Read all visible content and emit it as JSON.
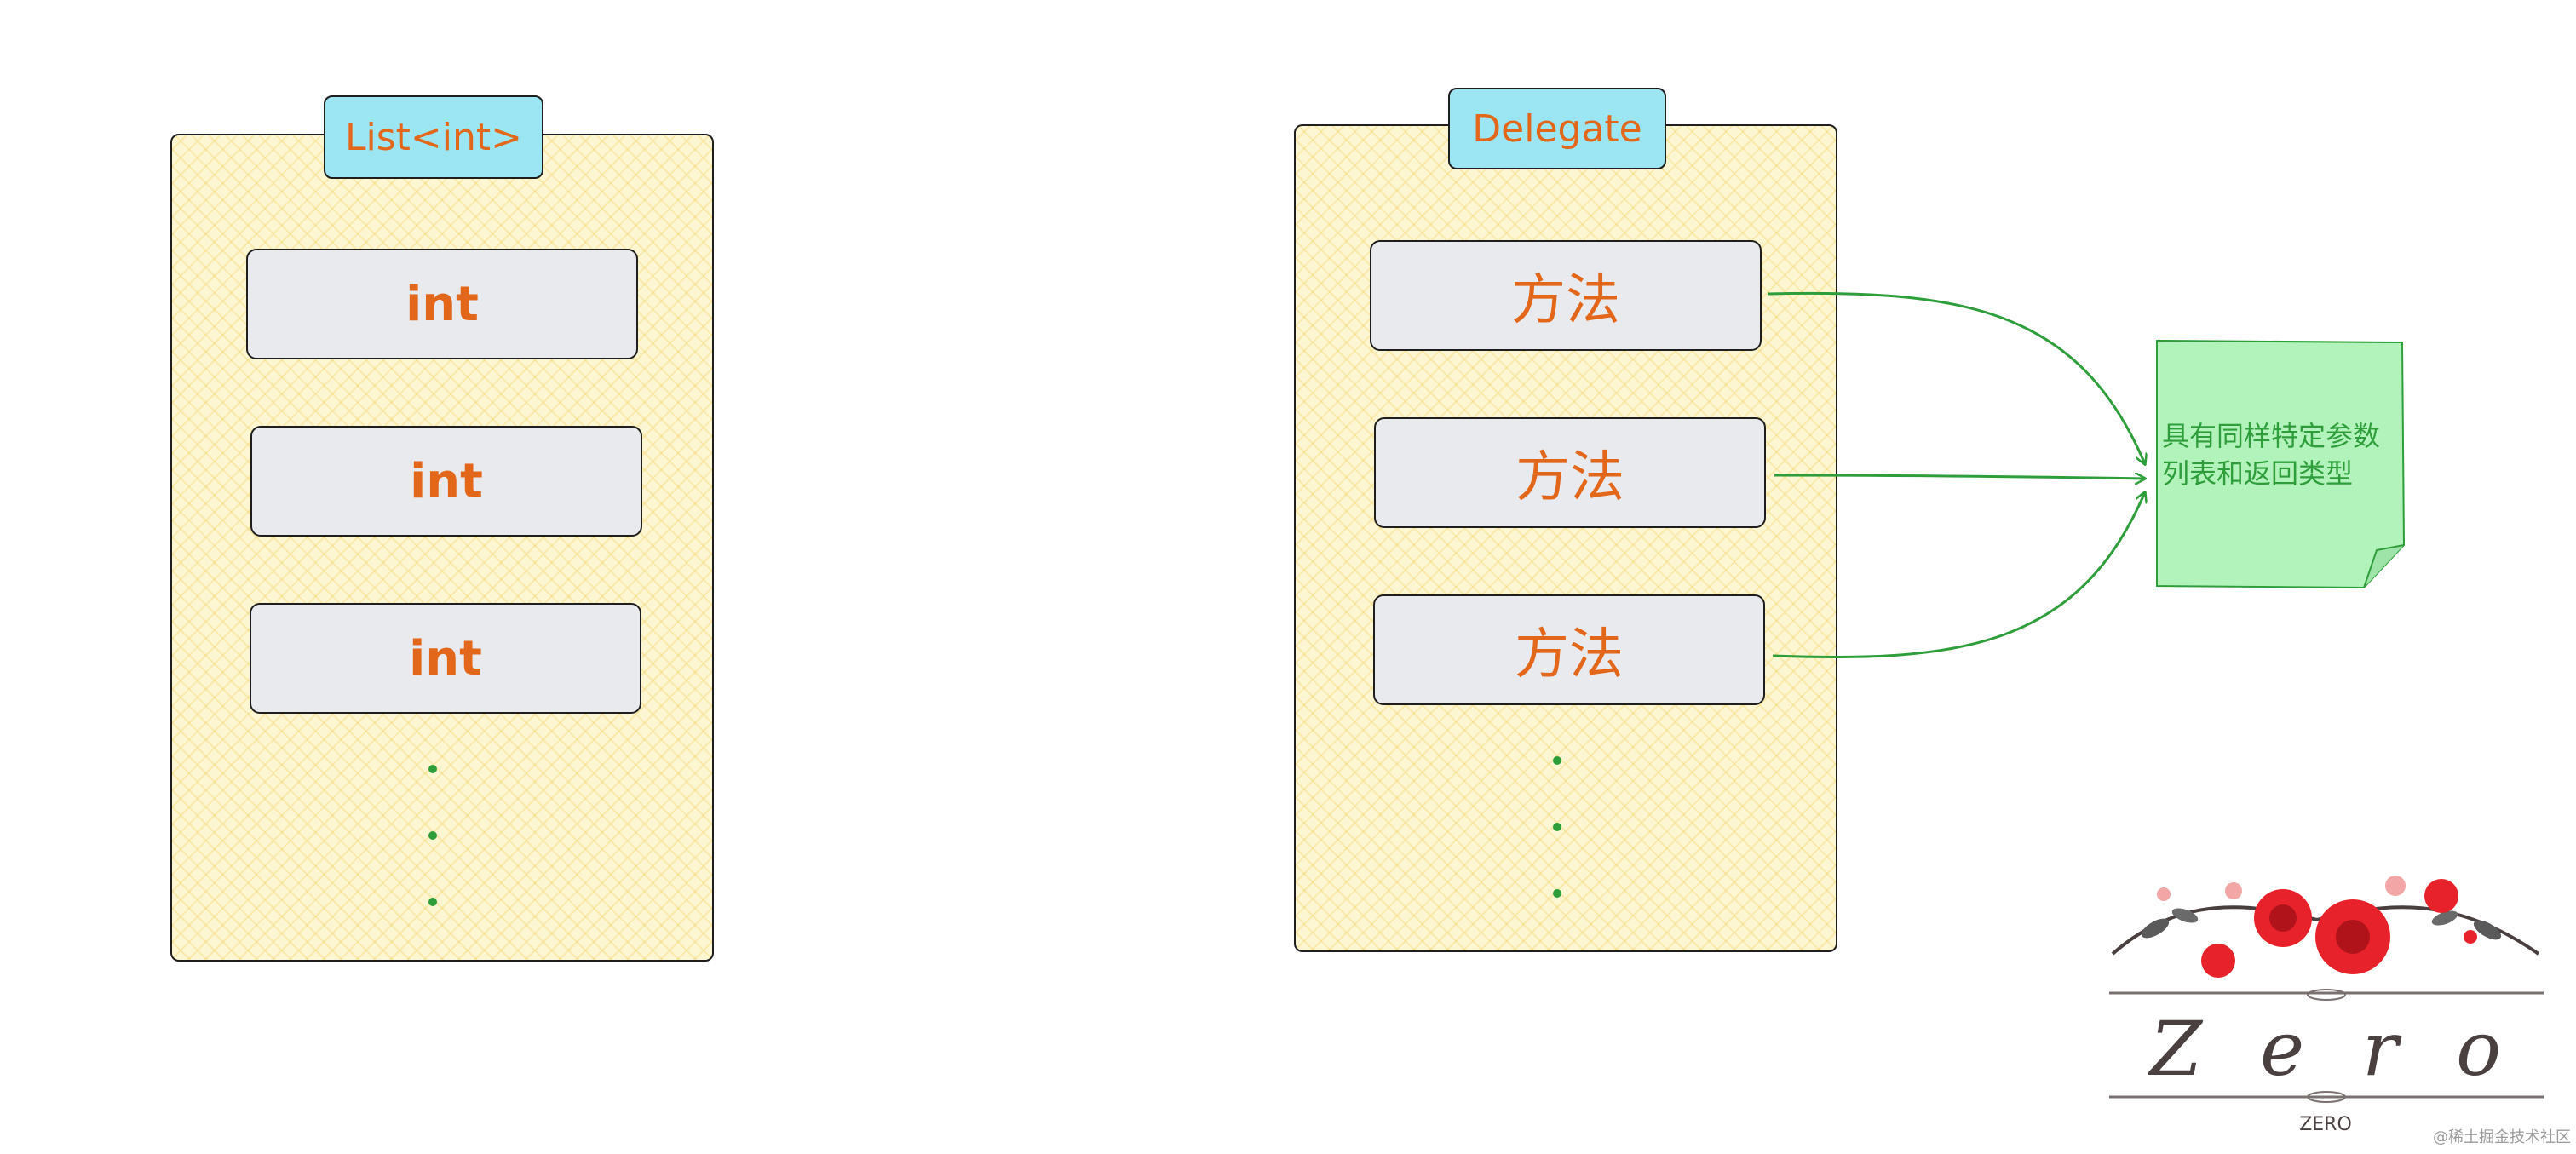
{
  "list_panel": {
    "tab_label": "List<int>",
    "items": [
      "int",
      "int",
      "int"
    ]
  },
  "delegate_panel": {
    "tab_label": "Delegate",
    "items": [
      "方法",
      "方法",
      "方法"
    ]
  },
  "note": {
    "line1": "具有同样特定参数",
    "line2": "列表和返回类型"
  },
  "logo": {
    "word": "Z e r o",
    "sub": "ZERO"
  },
  "watermark": "@稀土掘金技术社区",
  "colors": {
    "panel_fill": "#fdf6d2",
    "tab_fill": "#9ce6f4",
    "item_fill": "#e9eaee",
    "text_orange": "#e2671a",
    "arrow_green": "#2e9e3a",
    "note_fill": "#b2f2bb"
  }
}
